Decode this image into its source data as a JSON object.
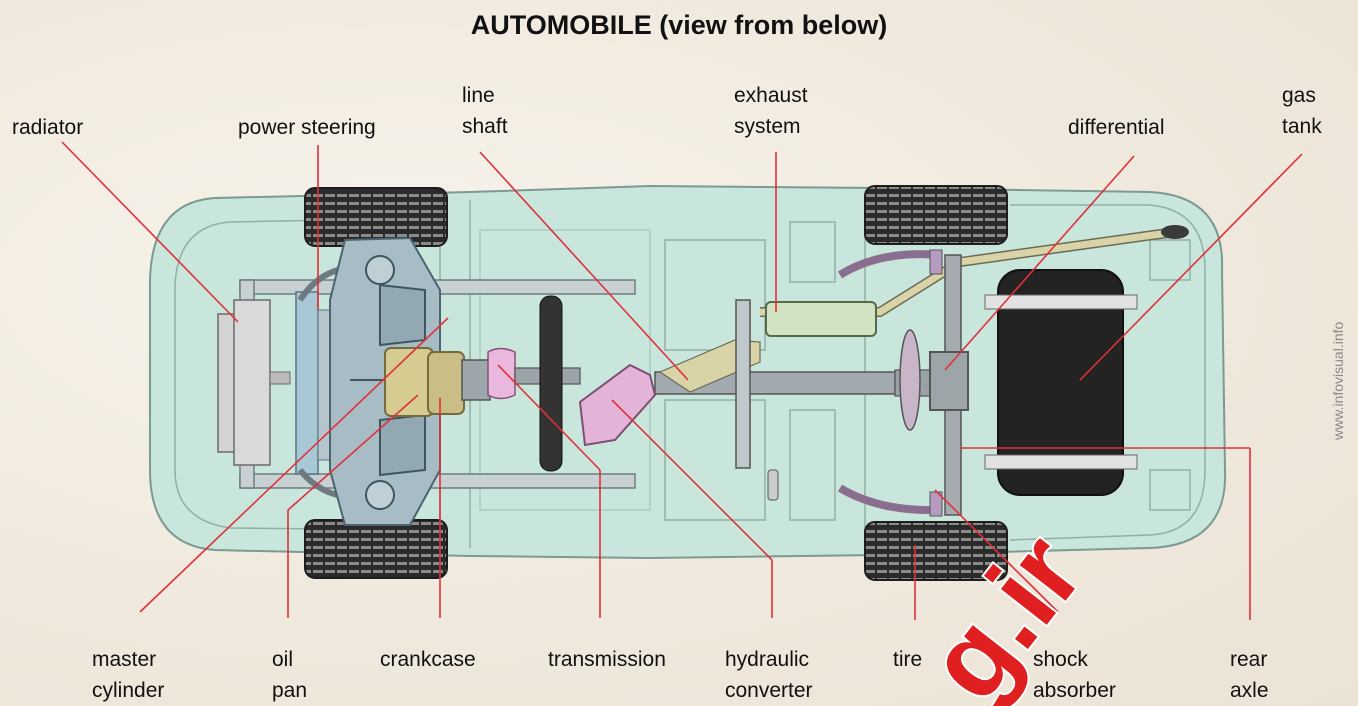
{
  "title": "AUTOMOBILE (view from below)",
  "labels": {
    "radiator": "radiator",
    "power_steering": "power steering",
    "line_shaft": [
      "line",
      "shaft"
    ],
    "exhaust_system": [
      "exhaust",
      "system"
    ],
    "differential": "differential",
    "gas_tank": [
      "gas",
      "tank"
    ],
    "master_cylinder": [
      "master",
      "cylinder"
    ],
    "oil_pan": [
      "oil",
      "pan"
    ],
    "crankcase": "crankcase",
    "transmission": "transmission",
    "hydraulic_converter": [
      "hydraulic",
      "converter"
    ],
    "tire": "tire",
    "shock_absorber": [
      "shock",
      "absorber"
    ],
    "rear_axle": [
      "rear",
      "axle"
    ]
  },
  "watermark": "www.infovisual.info",
  "stamp": "g.ir",
  "colors": {
    "body": "#c9e6dc",
    "body_stroke": "#7d9a92",
    "leader": "#e0303a",
    "tire": "#2b2b2b",
    "engine": "#b9c8cf",
    "crankcase": "#c9bf86",
    "converter": "#e1b1d4",
    "exhaust_muffler": "#cfe3c2",
    "gas_tank": "#222222",
    "stamp": "#e02020"
  }
}
